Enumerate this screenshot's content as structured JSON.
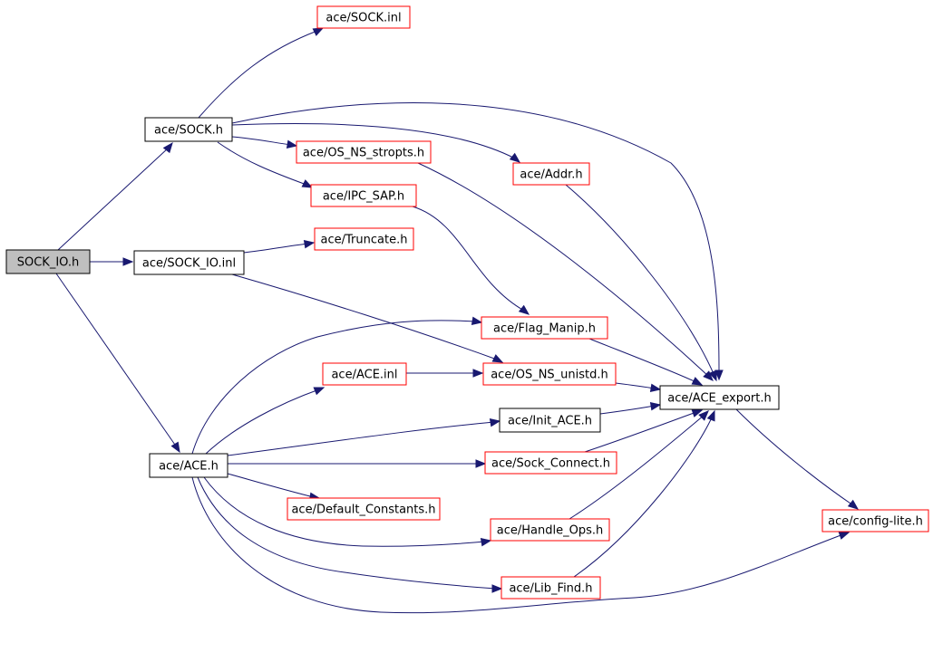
{
  "colors": {
    "edge": "#191970",
    "focus_fill": "#bfbfbf",
    "focus_border": "#000000",
    "normal_border": "#000000",
    "external_border": "#ff0000",
    "node_fill": "#ffffff"
  },
  "nodes": [
    {
      "id": "sock_io_h",
      "label": "SOCK_IO.h",
      "kind": "focus"
    },
    {
      "id": "sock_h",
      "label": "ace/SOCK.h",
      "kind": "normal"
    },
    {
      "id": "sock_io_inl",
      "label": "ace/SOCK_IO.inl",
      "kind": "normal"
    },
    {
      "id": "ace_h",
      "label": "ace/ACE.h",
      "kind": "normal"
    },
    {
      "id": "sock_inl",
      "label": "ace/SOCK.inl",
      "kind": "external"
    },
    {
      "id": "os_ns_stropts_h",
      "label": "ace/OS_NS_stropts.h",
      "kind": "external"
    },
    {
      "id": "addr_h",
      "label": "ace/Addr.h",
      "kind": "external"
    },
    {
      "id": "ipc_sap_h",
      "label": "ace/IPC_SAP.h",
      "kind": "external"
    },
    {
      "id": "truncate_h",
      "label": "ace/Truncate.h",
      "kind": "external"
    },
    {
      "id": "flag_manip_h",
      "label": "ace/Flag_Manip.h",
      "kind": "external"
    },
    {
      "id": "ace_inl",
      "label": "ace/ACE.inl",
      "kind": "external"
    },
    {
      "id": "os_ns_unistd_h",
      "label": "ace/OS_NS_unistd.h",
      "kind": "external"
    },
    {
      "id": "ace_export_h",
      "label": "ace/ACE_export.h",
      "kind": "normal"
    },
    {
      "id": "init_ace_h",
      "label": "ace/Init_ACE.h",
      "kind": "normal"
    },
    {
      "id": "sock_connect_h",
      "label": "ace/Sock_Connect.h",
      "kind": "external"
    },
    {
      "id": "default_constants_h",
      "label": "ace/Default_Constants.h",
      "kind": "external"
    },
    {
      "id": "handle_ops_h",
      "label": "ace/Handle_Ops.h",
      "kind": "external"
    },
    {
      "id": "config_lite_h",
      "label": "ace/config-lite.h",
      "kind": "external"
    },
    {
      "id": "lib_find_h",
      "label": "ace/Lib_Find.h",
      "kind": "external"
    }
  ],
  "edges": [
    {
      "from": "sock_io_h",
      "to": "sock_h"
    },
    {
      "from": "sock_io_h",
      "to": "sock_io_inl"
    },
    {
      "from": "sock_io_h",
      "to": "ace_h"
    },
    {
      "from": "sock_h",
      "to": "sock_inl"
    },
    {
      "from": "sock_h",
      "to": "ace_export_h"
    },
    {
      "from": "sock_h",
      "to": "os_ns_stropts_h"
    },
    {
      "from": "sock_h",
      "to": "addr_h"
    },
    {
      "from": "sock_h",
      "to": "ipc_sap_h"
    },
    {
      "from": "sock_io_inl",
      "to": "truncate_h"
    },
    {
      "from": "sock_io_inl",
      "to": "os_ns_unistd_h"
    },
    {
      "from": "os_ns_stropts_h",
      "to": "ace_export_h"
    },
    {
      "from": "addr_h",
      "to": "ace_export_h"
    },
    {
      "from": "ipc_sap_h",
      "to": "flag_manip_h"
    },
    {
      "from": "flag_manip_h",
      "to": "ace_export_h"
    },
    {
      "from": "ace_inl",
      "to": "os_ns_unistd_h"
    },
    {
      "from": "os_ns_unistd_h",
      "to": "ace_export_h"
    },
    {
      "from": "init_ace_h",
      "to": "ace_export_h"
    },
    {
      "from": "sock_connect_h",
      "to": "ace_export_h"
    },
    {
      "from": "handle_ops_h",
      "to": "ace_export_h"
    },
    {
      "from": "lib_find_h",
      "to": "ace_export_h"
    },
    {
      "from": "ace_export_h",
      "to": "config_lite_h"
    },
    {
      "from": "ace_h",
      "to": "flag_manip_h"
    },
    {
      "from": "ace_h",
      "to": "ace_inl"
    },
    {
      "from": "ace_h",
      "to": "init_ace_h"
    },
    {
      "from": "ace_h",
      "to": "sock_connect_h"
    },
    {
      "from": "ace_h",
      "to": "default_constants_h"
    },
    {
      "from": "ace_h",
      "to": "handle_ops_h"
    },
    {
      "from": "ace_h",
      "to": "lib_find_h"
    },
    {
      "from": "ace_h",
      "to": "config_lite_h"
    }
  ]
}
